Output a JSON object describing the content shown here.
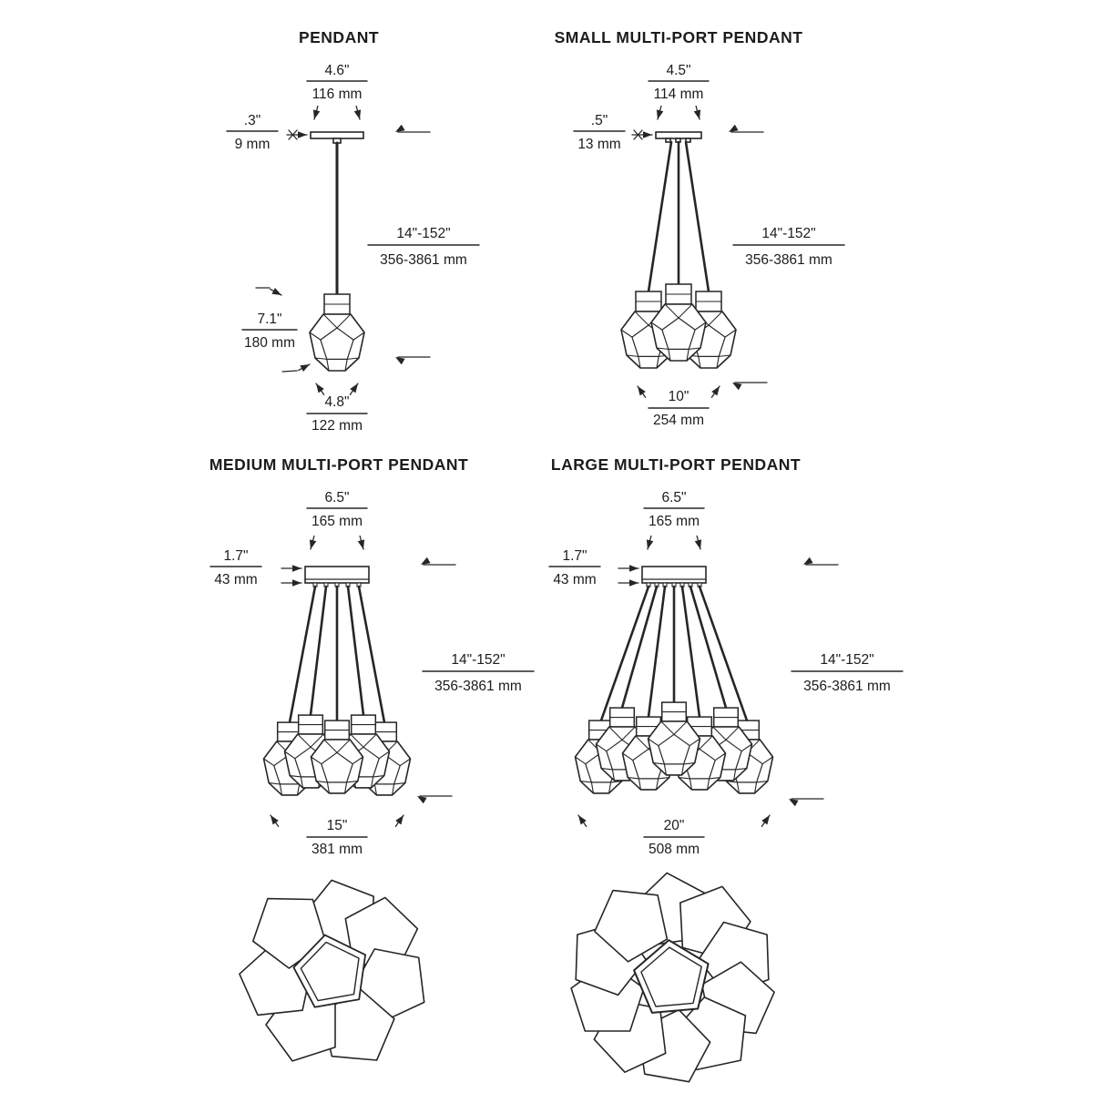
{
  "page": {
    "background": "#ffffff",
    "ink": "#262626"
  },
  "diagrams": {
    "pendant": {
      "title": "PENDANT",
      "dims": {
        "canopy_width_in": "4.6\"",
        "canopy_width_mm": "116 mm",
        "canopy_height_in": ".3\"",
        "canopy_height_mm": "9 mm",
        "cord_in": "14\"-152\"",
        "cord_mm": "356-3861 mm",
        "fixture_height_in": "7.1\"",
        "fixture_height_mm": "180 mm",
        "fixture_width_in": "4.8\"",
        "fixture_width_mm": "122 mm"
      }
    },
    "small": {
      "title": "SMALL MULTI-PORT PENDANT",
      "dims": {
        "canopy_width_in": "4.5\"",
        "canopy_width_mm": "114 mm",
        "canopy_height_in": ".5\"",
        "canopy_height_mm": "13 mm",
        "cord_in": "14\"-152\"",
        "cord_mm": "356-3861 mm",
        "cluster_width_in": "10\"",
        "cluster_width_mm": "254 mm"
      }
    },
    "medium": {
      "title": "MEDIUM MULTI-PORT PENDANT",
      "dims": {
        "canopy_width_in": "6.5\"",
        "canopy_width_mm": "165 mm",
        "canopy_height_in": "1.7\"",
        "canopy_height_mm": "43 mm",
        "cord_in": "14\"-152\"",
        "cord_mm": "356-3861 mm",
        "cluster_width_in": "15\"",
        "cluster_width_mm": "381 mm"
      }
    },
    "large": {
      "title": "LARGE MULTI-PORT PENDANT",
      "dims": {
        "canopy_width_in": "6.5\"",
        "canopy_width_mm": "165 mm",
        "canopy_height_in": "1.7\"",
        "canopy_height_mm": "43 mm",
        "cord_in": "14\"-152\"",
        "cord_mm": "356-3861 mm",
        "cluster_width_in": "20\"",
        "cluster_width_mm": "508 mm"
      }
    }
  }
}
